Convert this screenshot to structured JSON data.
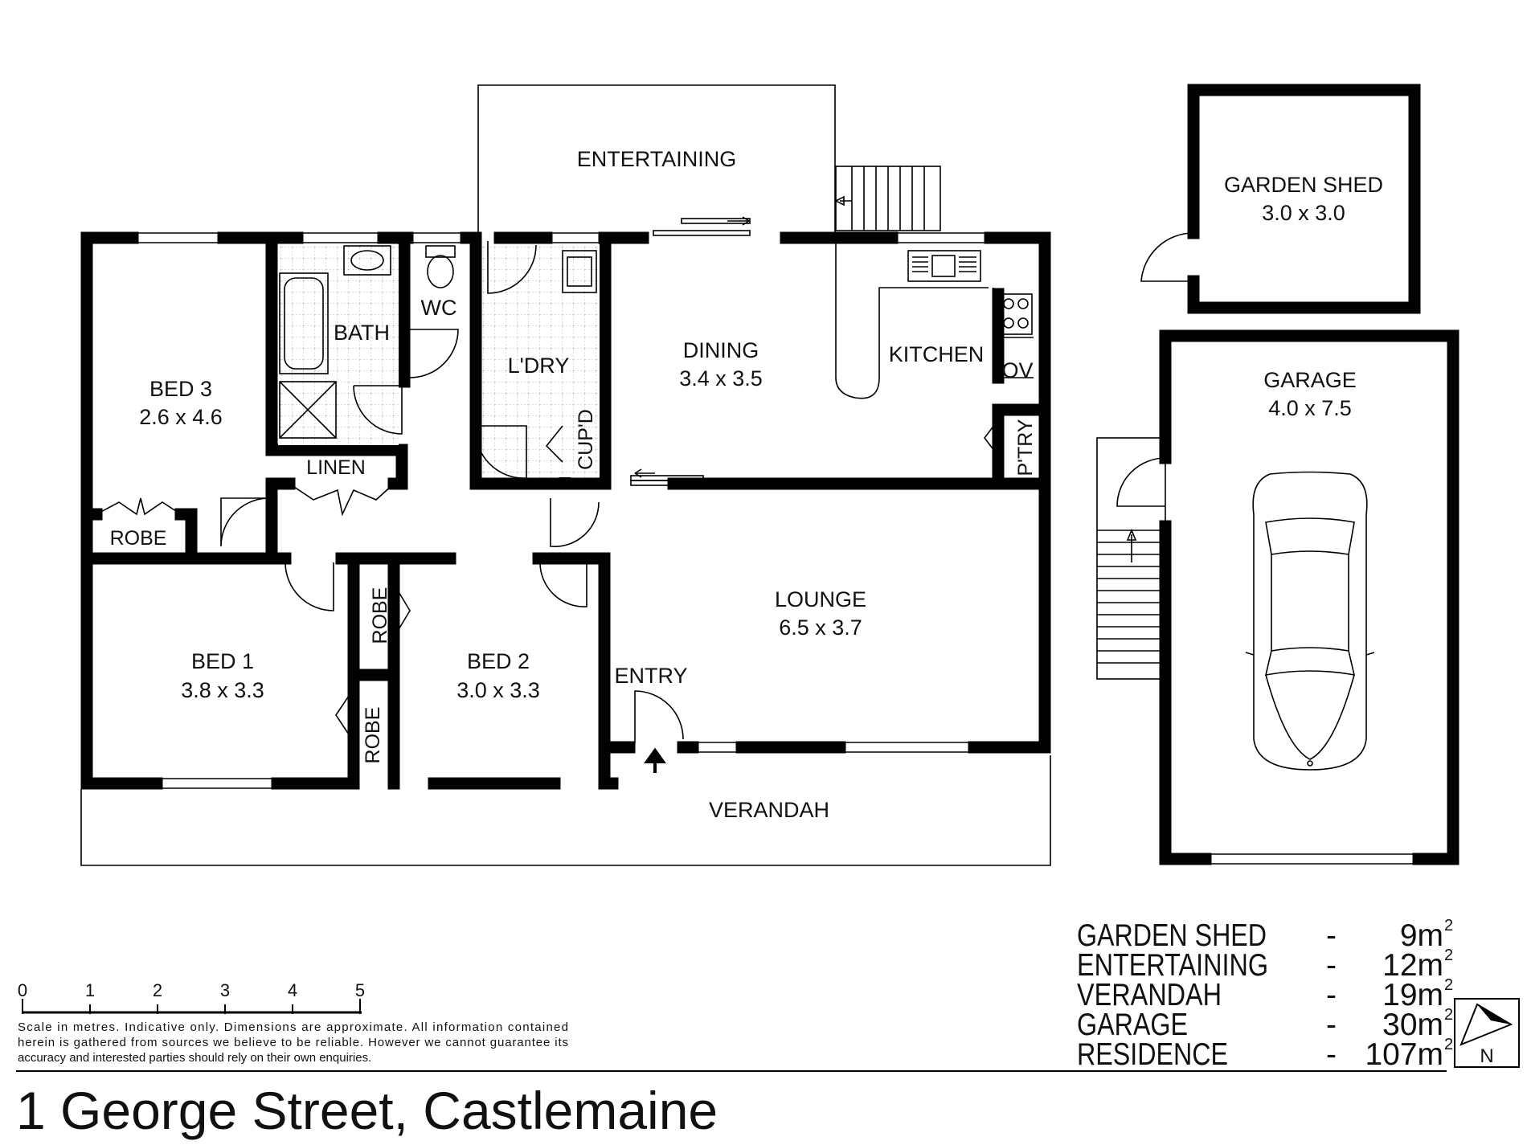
{
  "rooms": {
    "entertaining": {
      "name": "ENTERTAINING"
    },
    "garden_shed": {
      "name": "GARDEN SHED",
      "dims": "3.0 x 3.0"
    },
    "garage": {
      "name": "GARAGE",
      "dims": "4.0 x 7.5"
    },
    "bed3": {
      "name": "BED 3",
      "dims": "2.6 x 4.6"
    },
    "bath": {
      "name": "BATH"
    },
    "wc": {
      "name": "WC"
    },
    "laundry": {
      "name": "L'DRY"
    },
    "dining": {
      "name": "DINING",
      "dims": "3.4 x 3.5"
    },
    "kitchen": {
      "name": "KITCHEN"
    },
    "oven": {
      "name": "OV"
    },
    "pantry": {
      "name": "P'TRY"
    },
    "cupboard": {
      "name": "CUP'D"
    },
    "linen": {
      "name": "LINEN"
    },
    "robe_bed3": {
      "name": "ROBE"
    },
    "robe_bed1_upper": {
      "name": "ROBE"
    },
    "robe_bed1_lower": {
      "name": "ROBE"
    },
    "bed1": {
      "name": "BED 1",
      "dims": "3.8 x 3.3"
    },
    "bed2": {
      "name": "BED 2",
      "dims": "3.0 x 3.3"
    },
    "lounge": {
      "name": "LOUNGE",
      "dims": "6.5 x 3.7"
    },
    "entry": {
      "name": "ENTRY"
    },
    "verandah": {
      "name": "VERANDAH"
    }
  },
  "areas": [
    {
      "name": "GARDEN SHED",
      "dash": "-",
      "value": "9m",
      "unit_sup": "2"
    },
    {
      "name": "ENTERTAINING",
      "dash": "-",
      "value": "12m",
      "unit_sup": "2"
    },
    {
      "name": "VERANDAH",
      "dash": "-",
      "value": "19m",
      "unit_sup": "2"
    },
    {
      "name": "GARAGE",
      "dash": "-",
      "value": "30m",
      "unit_sup": "2"
    },
    {
      "name": "RESIDENCE",
      "dash": "-",
      "value": "107m",
      "unit_sup": "2"
    }
  ],
  "scale": {
    "ticks": [
      "0",
      "1",
      "2",
      "3",
      "4",
      "5"
    ]
  },
  "disclaimer": [
    "Scale in metres. Indicative only. Dimensions are approximate. All information contained",
    "herein is gathered from sources we believe to be reliable. However we cannot guarantee its",
    "accuracy and interested parties should rely on their own enquiries."
  ],
  "compass": {
    "label": "N"
  },
  "address": "1 George Street, Castlemaine"
}
